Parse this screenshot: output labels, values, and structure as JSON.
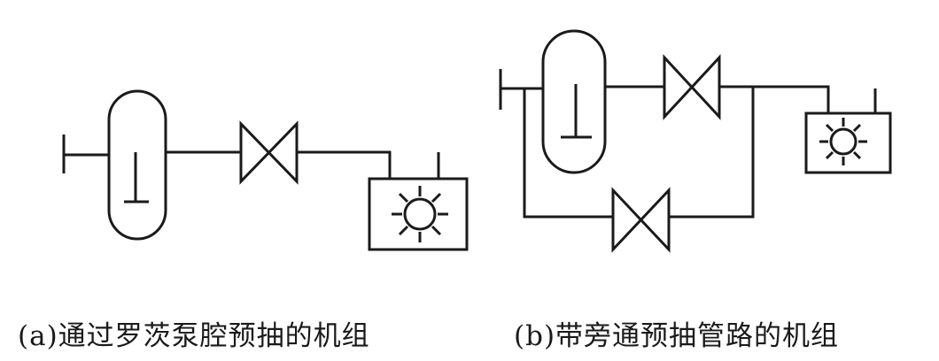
{
  "captions": {
    "a": "(a)通过罗茨泵腔预抽的机组",
    "b": "(b)带旁通预抽管路的机组"
  },
  "components": [
    "inlet",
    "roots-pump",
    "valve",
    "backing-pump",
    "bypass-valve"
  ],
  "colors": {
    "line": "#1a1a1a",
    "background": "#ffffff"
  }
}
